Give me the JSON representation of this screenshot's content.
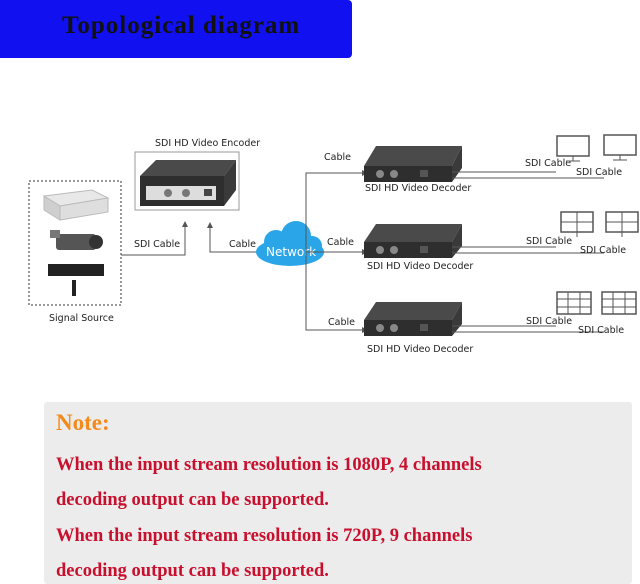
{
  "header": {
    "title": "Topological diagram"
  },
  "diagram": {
    "encoder_label": "SDI HD Video Encoder",
    "source_label": "Signal Source",
    "sdi_cable_label": "SDI Cable",
    "cable_label": "Cable",
    "network_label": "Network",
    "decoders": [
      {
        "label": "SDI HD Video Decoder",
        "cable": "Cable",
        "out_a": "SDI Cable",
        "out_b": "SDI Cable"
      },
      {
        "label": "SDI HD Video Decoder",
        "cable": "Cable",
        "out_a": "SDI Cable",
        "out_b": "SDI Cable"
      },
      {
        "label": "SDI HD Video Decoder",
        "cable": "Cable",
        "out_a": "SDI Cable",
        "out_b": "SDI Cable"
      }
    ],
    "colors": {
      "line": "#5a5a5a",
      "cloud": "#2aa6e8",
      "device": "#3a3a3a"
    }
  },
  "note": {
    "title": "Note:",
    "lines": [
      "When the input stream resolution is 1080P, 4 channels",
      "decoding output can be supported.",
      "When the input stream resolution is 720P, 9 channels",
      "decoding output can be supported."
    ],
    "colors": {
      "title": "#f28a1c",
      "text": "#c8102e"
    }
  }
}
